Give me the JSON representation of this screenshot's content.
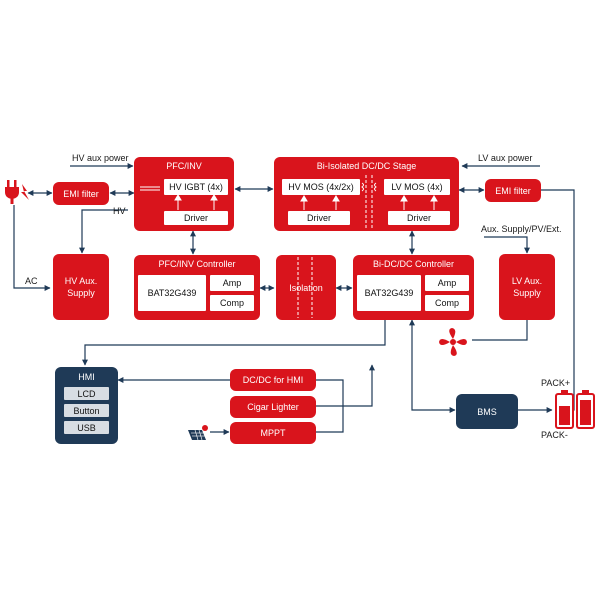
{
  "labels": {
    "hv_aux_power": "HV aux power",
    "lv_aux_power": "LV aux power",
    "hv": "HV",
    "ac": "AC",
    "aux_supply_pv_ext": "Aux. Supply/PV/Ext.",
    "pack_plus": "PACK+",
    "pack_minus": "PACK-"
  },
  "blocks": {
    "emi_filter_left": "EMI filter",
    "emi_filter_right": "EMI filter",
    "pfc_inv": {
      "title": "PFC/INV",
      "igbt": "HV IGBT (4x)",
      "driver": "Driver"
    },
    "bi_isolated": {
      "title": "Bi-Isolated DC/DC Stage",
      "hv_mos": "HV MOS (4x/2x)",
      "lv_mos": "LV MOS (4x)",
      "driver_left": "Driver",
      "driver_right": "Driver"
    },
    "hv_aux_supply": {
      "line1": "HV Aux.",
      "line2": "Supply"
    },
    "lv_aux_supply": {
      "line1": "LV Aux.",
      "line2": "Supply"
    },
    "pfc_controller": {
      "title": "PFC/INV Controller",
      "chip": "BAT32G439",
      "amp": "Amp",
      "comp": "Comp"
    },
    "isolation": "Isolation",
    "bidc_controller": {
      "title": "Bi-DC/DC Controller",
      "chip": "BAT32G439",
      "amp": "Amp",
      "comp": "Comp"
    },
    "hmi": {
      "title": "HMI",
      "items": [
        "LCD",
        "Button",
        "USB"
      ]
    },
    "dcdc_hmi": "DC/DC for HMI",
    "cigar_lighter": "Cigar Lighter",
    "mppt": "MPPT",
    "bms": "BMS"
  },
  "icons": {
    "plug": "power-plug-icon",
    "fan": "fan-icon",
    "solar": "solar-panel-icon",
    "battery": "battery-icon"
  },
  "colors": {
    "accent_red": "#d9141c",
    "navy": "#1f3a57",
    "line": "#1f3a57"
  }
}
